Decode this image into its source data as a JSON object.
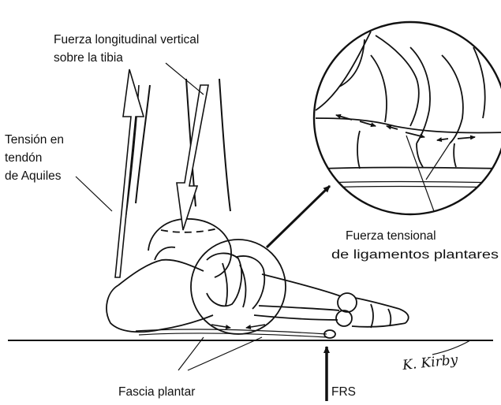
{
  "labels": {
    "vertical_force_line1": "Fuerza longitudinal vertical",
    "vertical_force_line2": "sobre la tibia",
    "achilles_line1": "Tensión en",
    "achilles_line2": "tendón",
    "achilles_line3": "de Aquiles",
    "plantar_lig_line1": "Fuerza tensional",
    "plantar_lig_line2": "de ligamentos plantares",
    "fascia": "Fascia plantar",
    "frs": "FRS"
  },
  "signature": "K. Kirby",
  "colors": {
    "line": "#111111",
    "background": "#ffffff"
  }
}
